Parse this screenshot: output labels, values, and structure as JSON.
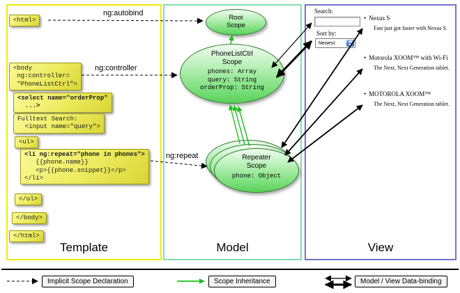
{
  "panels": {
    "template": {
      "label": "Template"
    },
    "model": {
      "label": "Model"
    },
    "view": {
      "label": "View"
    }
  },
  "template_code": {
    "html_open": "<html>",
    "body_open": "<body\n ng:controller=\n \"PhoneListCtrl\">",
    "select": "<select name=\"orderProp\"\n  ...>",
    "fulltext": "Fulltext Search:\n  <input name=\"query\">",
    "ul_open": "<ul>",
    "li_line1": "<li ng:repeat=\"phone in phones\">",
    "li_rest": "\n   {{phone.name}}\n   <p>{{phone.snippet}}</p>\n</li>",
    "ul_close": "</ul>",
    "body_close": "</body>",
    "html_close": "</html>"
  },
  "arrow_labels": {
    "autobind": "ng:autobind",
    "controller": "ng:controller",
    "repeat": "ng:repeat"
  },
  "model": {
    "root_scope": {
      "title": "Root\nScope"
    },
    "phonelist_scope": {
      "title": "PhoneListCtrl\nScope",
      "prop_phones": "phones: Array",
      "prop_query": "query: String",
      "prop_orderprop": "orderProp: String"
    },
    "repeater_scope": {
      "title": "Repeater\nScope",
      "prop_phone": "phone: Object"
    }
  },
  "view": {
    "search_label": "Search:",
    "search_value": "",
    "sort_label": "Sort by:",
    "sort_value": "Newest",
    "items": [
      {
        "title": "Nexus S",
        "desc": "Fast just got faster with Nexus S."
      },
      {
        "title": "Motorola XOOM™ with Wi-Fi",
        "desc": "The Next, Next Generation tablet."
      },
      {
        "title": "MOTOROLA XOOM™",
        "desc": "The Next, Next Generation tablet."
      }
    ]
  },
  "legend": {
    "implicit": "Implicit Scope Declaration",
    "inheritance": "Scope Inheritance",
    "databinding": "Model / View Data-binding"
  },
  "colors": {
    "template_border": "#eeec09",
    "model_border": "#82dfb0",
    "view_border": "#7273c9",
    "code_box_yellow": "#ece95e",
    "scope_green": "#6fdc6f",
    "inheritance_arrow_green": "#1dbf1d",
    "arrow_black": "#000000"
  }
}
